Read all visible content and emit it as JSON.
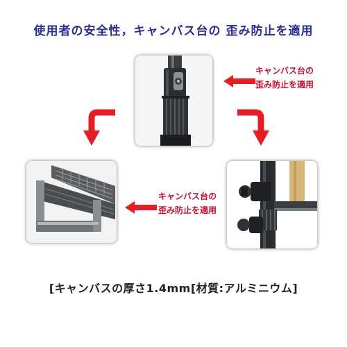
{
  "headline": "使用者の安全性，キャンバス台の 歪み防止を適用",
  "callout_top": {
    "line1": "キャンバス台の",
    "line2": "歪み防止を適用"
  },
  "callout_middle": {
    "line1": "キャンバス台の",
    "line2": "歪み防止を適用"
  },
  "footer": "[キャンバスの厚さ1.4mm[材質:アルミニウム]",
  "colors": {
    "headline": "#2a2f8f",
    "accent_red": "#e31e24",
    "caption": "#c8102e"
  },
  "icons": [
    "arrow-left-icon",
    "curved-arrow-down-left-icon",
    "curved-arrow-down-right-icon"
  ]
}
